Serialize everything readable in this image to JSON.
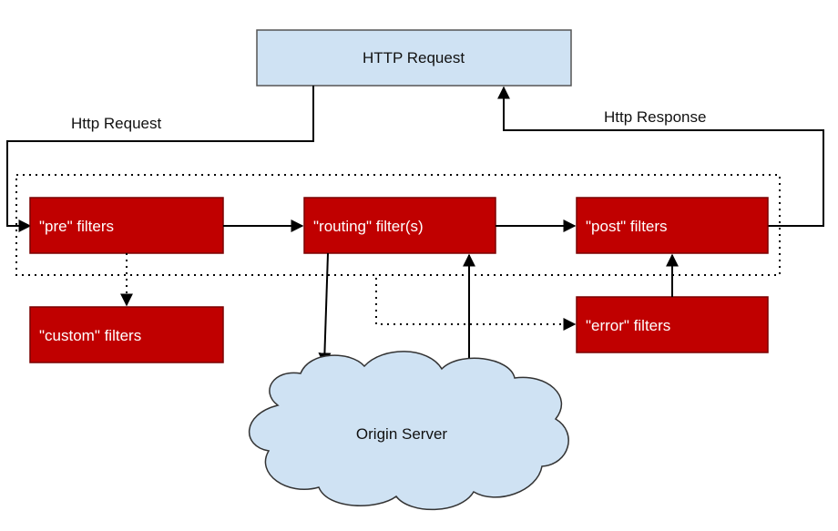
{
  "colors": {
    "filter_fill": "#c00000",
    "filter_stroke": "#7a0000",
    "request_fill": "#cfe2f3",
    "request_stroke": "#555555",
    "cloud_fill": "#cfe2f3",
    "cloud_stroke": "#333333",
    "line": "#000000"
  },
  "nodes": {
    "http_request": "HTTP Request",
    "pre_filters": "\"pre\" filters",
    "routing_filters": "\"routing\" filter(s)",
    "post_filters": "\"post\" filters",
    "custom_filters": "\"custom\" filters",
    "error_filters": "\"error\" filters",
    "origin_server": "Origin Server"
  },
  "edges": {
    "http_request_label": "Http Request",
    "http_response_label": "Http Response"
  }
}
